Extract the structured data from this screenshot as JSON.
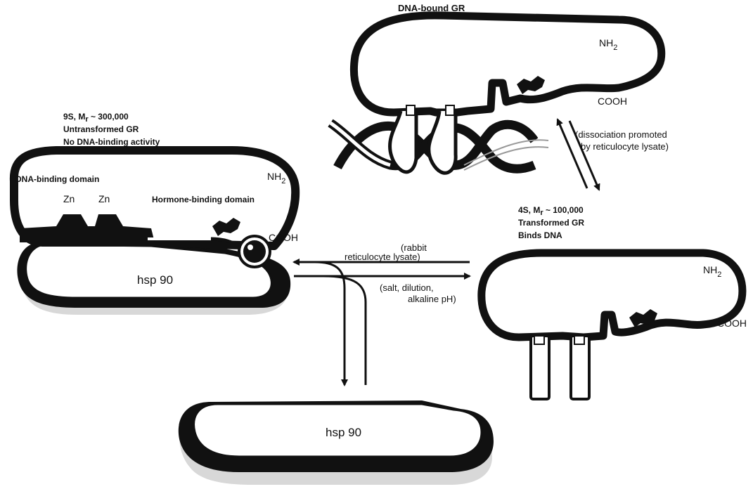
{
  "figure": {
    "dna_bound": {
      "title": "DNA-bound GR",
      "nh2": "NH",
      "nh2_sub": "2",
      "cooh": "COOH"
    },
    "dissociation_note": [
      "(dissociation promoted",
      "by reticulocyte lysate)"
    ],
    "untransformed": {
      "line1": "9S, M",
      "line1_sub": "r",
      "line1_rest": " ~ 300,000",
      "line2": "Untransformed GR",
      "line3": "No DNA-binding activity",
      "dna_binding_domain": "DNA-binding domain",
      "zn1": "Zn",
      "zn2": "Zn",
      "hormone_binding_domain": "Hormone-binding domain",
      "nh2": "NH",
      "nh2_sub": "2",
      "cooh": "COOH",
      "hsp_label": "hsp 90"
    },
    "reverse_condition": [
      "(rabbit",
      "reticulocyte lysate)"
    ],
    "forward_condition": [
      "(salt, dilution,",
      "alkaline pH)"
    ],
    "transformed": {
      "line1": "4S, M",
      "line1_sub": "r",
      "line1_rest": " ~ 100,000",
      "line2": "Transformed GR",
      "line3": "Binds DNA",
      "nh2": "NH",
      "nh2_sub": "2",
      "cooh": "COOH"
    },
    "free_hsp": {
      "hsp_label": "hsp 90"
    }
  }
}
